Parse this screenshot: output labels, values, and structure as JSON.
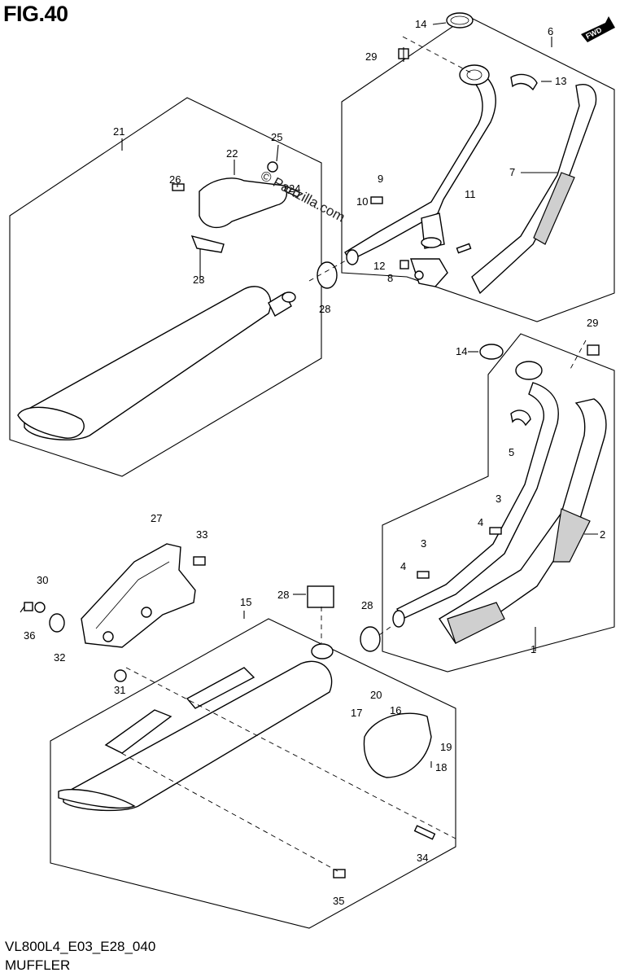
{
  "header": {
    "figure_title": "FIG.40"
  },
  "badge": {
    "fwd_label": "FWD"
  },
  "watermark": {
    "text": "© Partzilla.com"
  },
  "footer": {
    "diagram_code": "VL800L4_E03_E28_040",
    "diagram_name": "MUFFLER"
  },
  "callouts": {
    "c1": "1",
    "c2": "2",
    "c3a": "3",
    "c3b": "3",
    "c4a": "4",
    "c4b": "4",
    "c5": "5",
    "c6": "6",
    "c7": "7",
    "c8": "8",
    "c9": "9",
    "c10": "10",
    "c11": "11",
    "c12": "12",
    "c13": "13",
    "c14a": "14",
    "c14b": "14",
    "c15": "15",
    "c16": "16",
    "c17": "17",
    "c18": "18",
    "c19": "19",
    "c20": "20",
    "c21": "21",
    "c22": "22",
    "c23": "23",
    "c24": "24",
    "c25": "25",
    "c26": "26",
    "c27": "27",
    "c28a": "28",
    "c28b": "28",
    "c28c": "28",
    "c29a": "29",
    "c29b": "29",
    "c30": "30",
    "c31": "31",
    "c32": "32",
    "c33": "33",
    "c34": "34",
    "c35": "35",
    "c36": "36"
  }
}
